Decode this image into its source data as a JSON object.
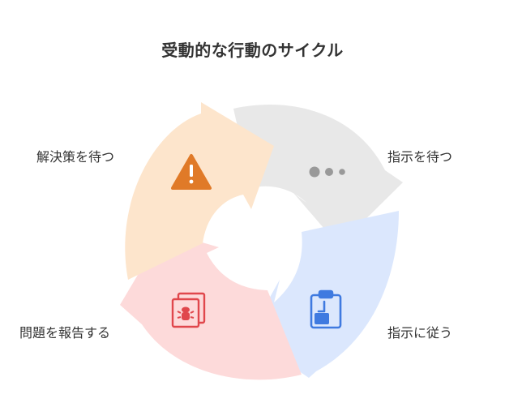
{
  "title": "受動的な行動のサイクル",
  "steps": [
    {
      "label": "指示を待つ",
      "icon": "ellipsis-icon",
      "color": "#e8e8e8",
      "icon_color": "#999999"
    },
    {
      "label": "指示に従う",
      "icon": "clipboard-icon",
      "color": "#dbe7fd",
      "icon_color": "#3f7ae0"
    },
    {
      "label": "問題を報告する",
      "icon": "report-icon",
      "color": "#fddada",
      "icon_color": "#e0474c"
    },
    {
      "label": "解決策を待つ",
      "icon": "warning-icon",
      "color": "#fde5cc",
      "icon_color": "#e07a28"
    }
  ]
}
